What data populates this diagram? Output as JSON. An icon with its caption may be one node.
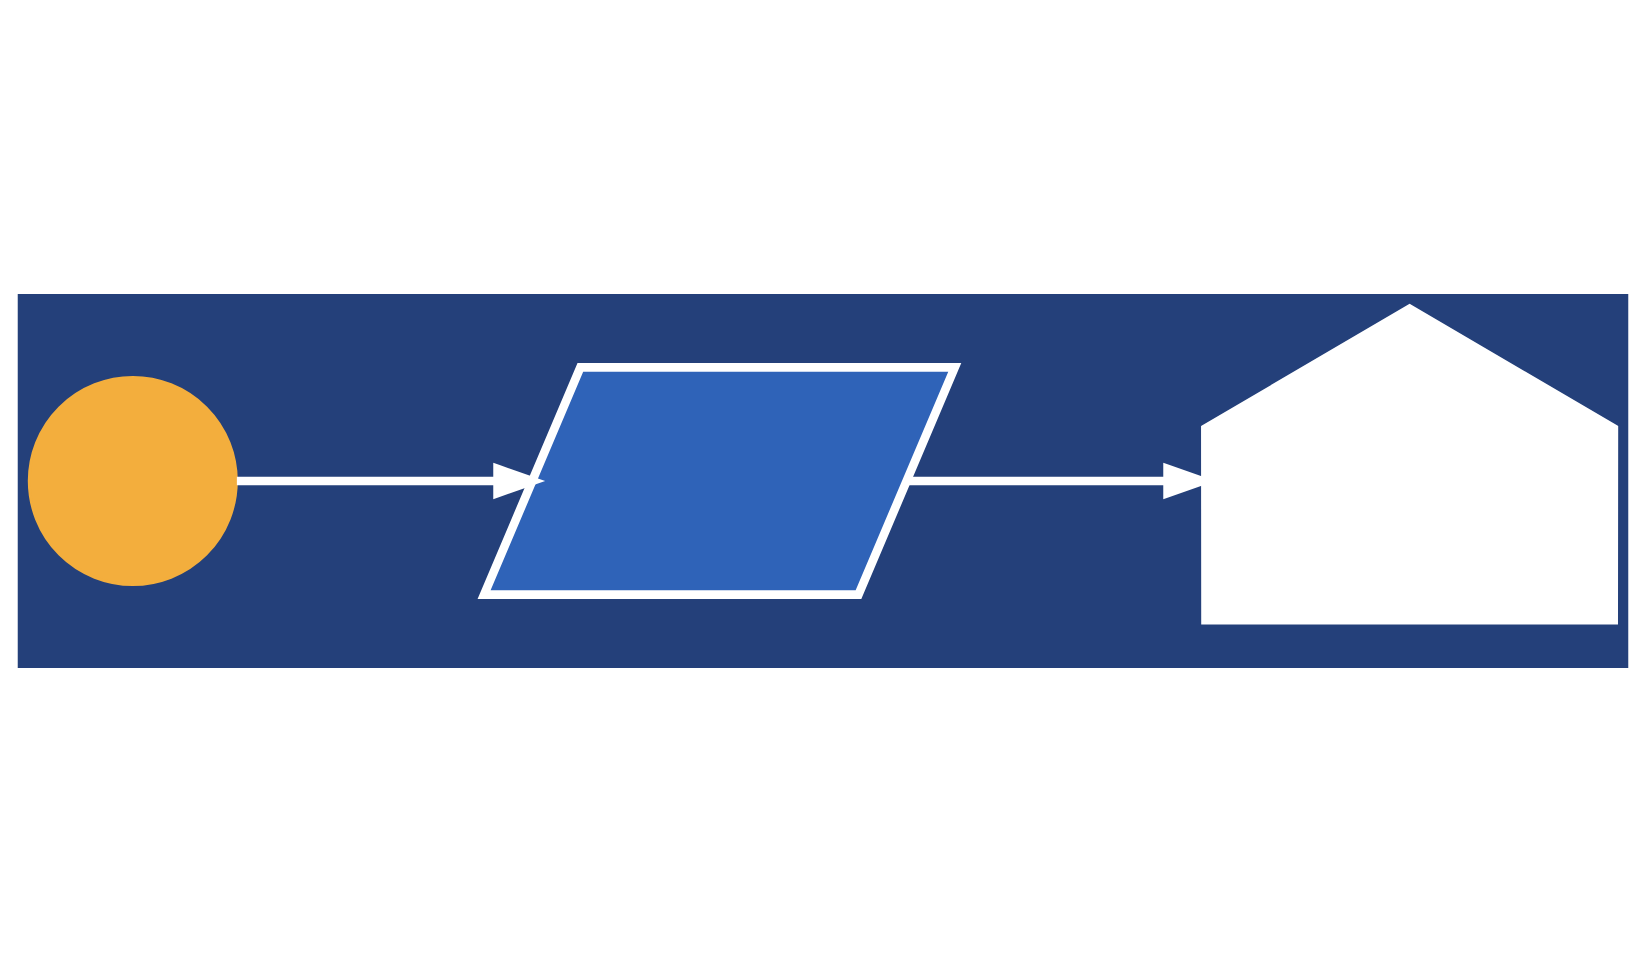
{
  "diagram": {
    "nodes": [
      {
        "text": [],
        "shape": "sun"
      },
      {
        "text": [],
        "shape": "panel"
      },
      {
        "text": [],
        "shape": "house"
      }
    ],
    "edges": [
      {
        "from": 0,
        "to": 1,
        "arrow": "to"
      },
      {
        "from": 1,
        "to": 2,
        "arrow": "to"
      }
    ]
  }
}
